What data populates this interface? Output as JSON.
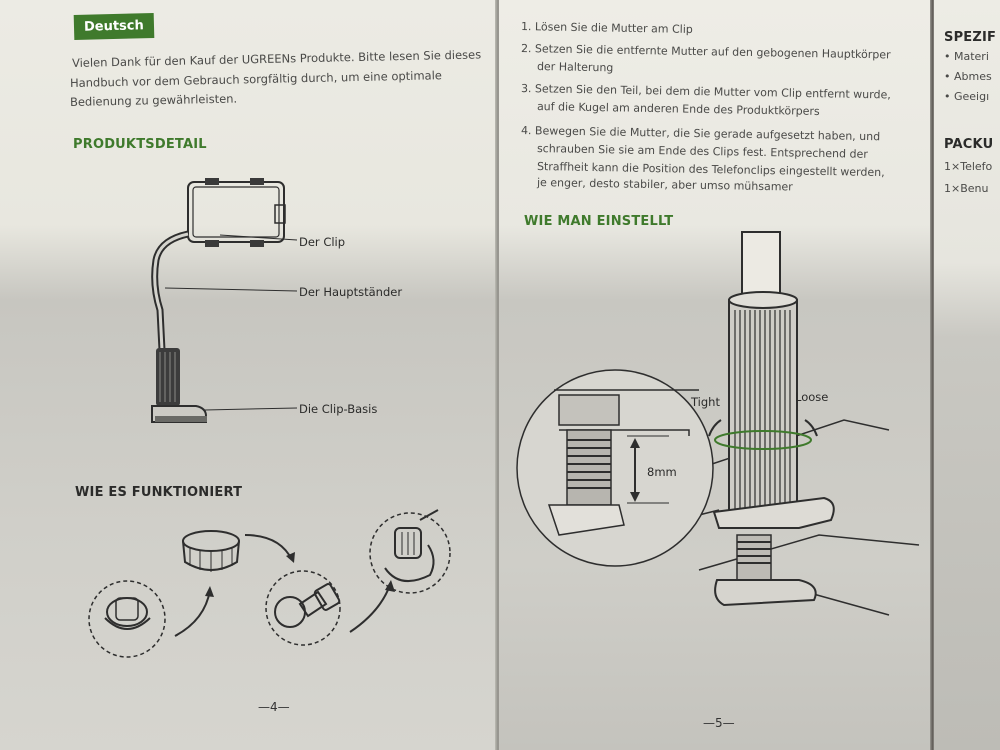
{
  "left_page": {
    "language_badge": "Deutsch",
    "intro_lines": [
      "Vielen Dank für den Kauf der UGREENs Produkte. Bitte lesen Sie dieses",
      "Handbuch vor dem Gebrauch sorgfältig durch, um eine optimale",
      "Bedienung zu gewährleisten."
    ],
    "section_product_detail": "PRODUKTSDETAIL",
    "callouts": {
      "clip": "Der Clip",
      "main_stand": "Der Hauptständer",
      "clip_base": "Die Clip-Basis"
    },
    "section_how_it_works": "WIE ES FUNKTIONIERT",
    "page_number": "—4—"
  },
  "right_page": {
    "steps": [
      "1. Lösen Sie die Mutter am Clip",
      "2. Setzen Sie die entfernte Mutter auf den gebogenen Hauptkörper",
      "der Halterung",
      "3. Setzen Sie den Teil, bei dem die Mutter vom Clip entfernt wurde,",
      "auf die Kugel am anderen Ende des Produktkörpers",
      "4. Bewegen Sie die Mutter, die Sie gerade aufgesetzt haben, und",
      "schrauben Sie sie am Ende des Clips fest. Entsprechend der",
      "Straffheit kann die Position des Telefonclips eingestellt werden,",
      "je enger, desto stabiler, aber umso mühsamer"
    ],
    "section_how_to_adjust": "WIE MAN EINSTELLT",
    "tight_label": "Tight",
    "loose_label": "Loose",
    "measure_label": "8mm",
    "page_number": "—5—"
  },
  "edge_page": {
    "heading_spec": "SPEZIF",
    "spec_items": [
      "• Materi",
      "• Abmes",
      "• Geeigı"
    ],
    "heading_pack": "PACKU",
    "pack_items": [
      "1×Telefo",
      "1×Benu"
    ]
  },
  "colors": {
    "accent_green": "#3f7a2c",
    "text_gray": "#4a4a48",
    "paper": "#ecebe4"
  }
}
